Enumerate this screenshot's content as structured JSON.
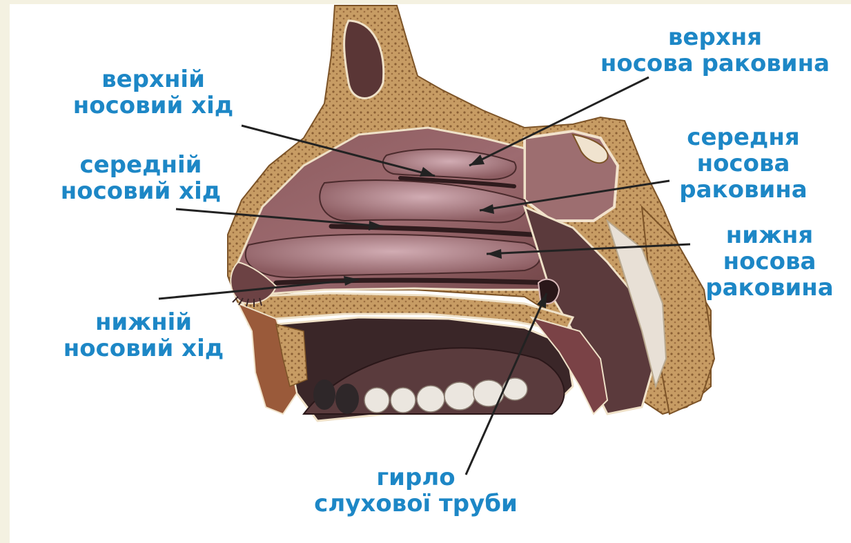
{
  "labels": {
    "superior_meatus": {
      "line1": "верхній",
      "line2": "носовий хід"
    },
    "middle_meatus": {
      "line1": "середній",
      "line2": "носовий хід"
    },
    "inferior_meatus": {
      "line1": "нижній",
      "line2": "носовий хід"
    },
    "superior_concha": {
      "line1": "верхня",
      "line2": "носова раковина"
    },
    "middle_concha": {
      "line1": "середня",
      "line2": "носова",
      "line3": "раковина"
    },
    "inferior_concha": {
      "line1": "нижня",
      "line2": "носова",
      "line3": "раковина"
    },
    "tube_opening": {
      "line1": "гирло",
      "line2": "слухової труби"
    }
  },
  "colors": {
    "label_text": "#1d87c6",
    "leader_line": "#222222",
    "bone": "#c9a06a",
    "mucosa": "#7a4a4c",
    "mucosa_light": "#b88f96",
    "cavity": "#3a2628"
  }
}
